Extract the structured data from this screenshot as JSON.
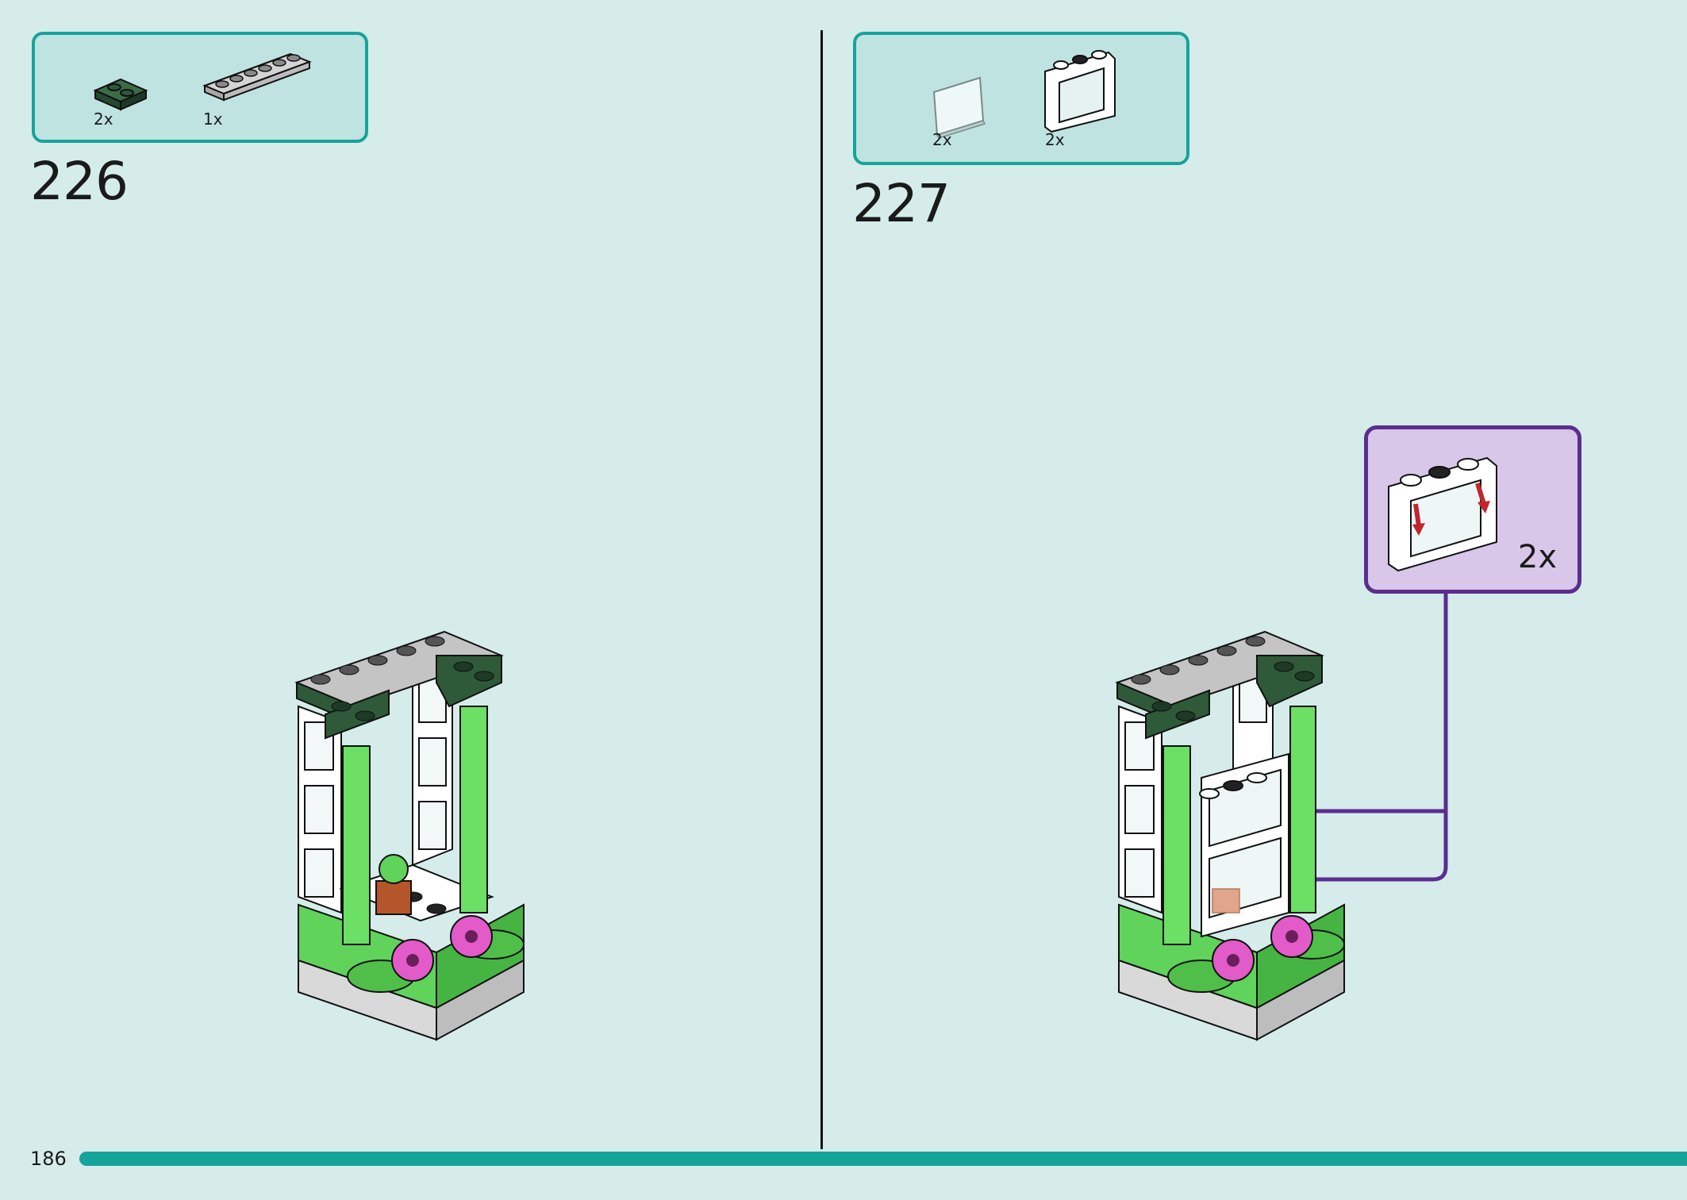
{
  "step_226": {
    "number": "226",
    "parts": [
      {
        "name": "dark-green-plate-1x2",
        "qty": "2x",
        "color": "#2e5a3a"
      },
      {
        "name": "light-gray-plate-1x6",
        "qty": "1x",
        "color": "#c9c9c9"
      }
    ]
  },
  "step_227": {
    "number": "227",
    "parts": [
      {
        "name": "transparent-glass-pane",
        "qty": "2x",
        "color": "#e8f4f4"
      },
      {
        "name": "white-window-frame-1x4x3",
        "qty": "2x",
        "color": "#ffffff"
      }
    ],
    "callout": {
      "qty": "2x"
    }
  },
  "page_number": "186",
  "colors": {
    "background": "#d5ecea",
    "accent": "#16a39a",
    "callout_border": "#5b2d8e",
    "callout_fill": "#d8c7e8",
    "bright_green": "#5fd35a",
    "dark_green": "#2e5a3a",
    "flower_pink": "#e25bc8"
  }
}
